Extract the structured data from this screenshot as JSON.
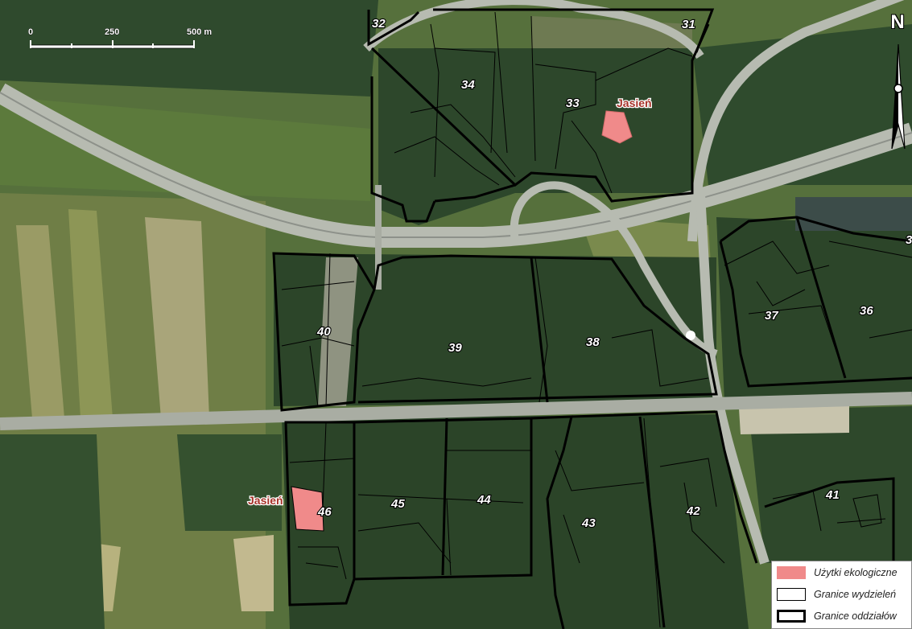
{
  "scale_bar": {
    "labels": [
      "0",
      "250",
      "500 m"
    ]
  },
  "north_arrow": {
    "letter": "N"
  },
  "compartments": [
    "32",
    "31",
    "34",
    "33",
    "40",
    "39",
    "38",
    "37",
    "36",
    "46",
    "45",
    "44",
    "43",
    "42",
    "41",
    "3"
  ],
  "eco_sites": [
    {
      "name": "Jasień"
    },
    {
      "name": "Jasień"
    }
  ],
  "legend": {
    "items": [
      {
        "label": "Użytki ekologiczne",
        "swatch_fill": "#f08a8a",
        "swatch_border": "#f08a8a"
      },
      {
        "label": "Granice wydzieleń",
        "swatch_fill": "#ffffff",
        "swatch_border": "#000000"
      },
      {
        "label": "Granice oddziałów",
        "swatch_fill": "#ffffff",
        "swatch_border": "#000000"
      }
    ]
  },
  "colors": {
    "forest": "#2e4a2c",
    "field": "#7f8b52",
    "road": "#b9bdb2",
    "eco_fill": "#f08a8a",
    "boundary": "#000000",
    "water": "#3c4c49"
  }
}
